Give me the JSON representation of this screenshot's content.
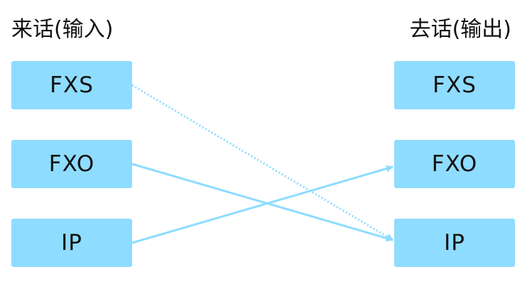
{
  "diagram": {
    "input_title": "来话(输入)",
    "output_title": "去话(输出)",
    "inputs": [
      {
        "id": "fxs",
        "label": "FXS"
      },
      {
        "id": "fxo",
        "label": "FXO"
      },
      {
        "id": "ip",
        "label": "IP"
      }
    ],
    "outputs": [
      {
        "id": "fxs",
        "label": "FXS"
      },
      {
        "id": "fxo",
        "label": "FXO"
      },
      {
        "id": "ip",
        "label": "IP"
      }
    ],
    "connections": [
      {
        "from": "fxs",
        "to": "ip",
        "style": "dotted"
      },
      {
        "from": "fxo",
        "to": "ip",
        "style": "solid"
      },
      {
        "from": "ip",
        "to": "fxo",
        "style": "solid"
      }
    ],
    "colors": {
      "box_fill": "#8edcff",
      "connector": "#8edcff",
      "text": "#111111"
    }
  }
}
